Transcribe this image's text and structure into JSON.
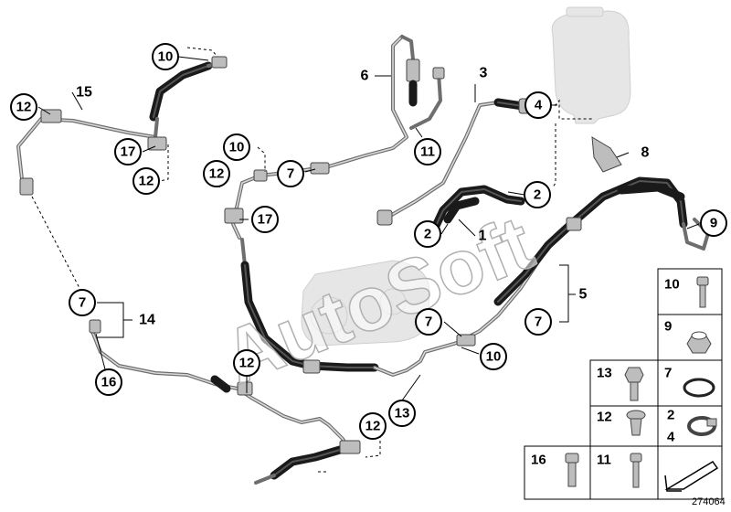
{
  "watermark": "AutoSoft",
  "diagram_id": "274064",
  "colors": {
    "hose": "#1a1a1a",
    "pipe": "#6e6e6e",
    "ghost_part": "#e6e6e6",
    "line": "#000000"
  },
  "callouts": {
    "c10a": "10",
    "c15": "15",
    "c12a": "12",
    "c17a": "17",
    "c12b": "12",
    "c6": "6",
    "c3": "3",
    "c4": "4",
    "c11": "11",
    "c10b": "10",
    "c7a": "7",
    "c12c": "12",
    "c17b": "17",
    "c8": "8",
    "c2a": "2",
    "c2b": "2",
    "c1": "1",
    "c9": "9",
    "c5": "5",
    "c7b": "7",
    "c7c": "7",
    "c7d": "7",
    "c14": "14",
    "c10c": "10",
    "c16": "16",
    "c12d": "12",
    "c13": "13",
    "c12e": "12"
  },
  "parts_table": {
    "r1": {
      "left": "10"
    },
    "r2": {
      "left": "9"
    },
    "r3": {
      "left": "13",
      "right": "7"
    },
    "r4": {
      "left": "12",
      "right_top": "2",
      "right_bottom": "4"
    },
    "r5": {
      "left": "16",
      "right": "11"
    }
  }
}
